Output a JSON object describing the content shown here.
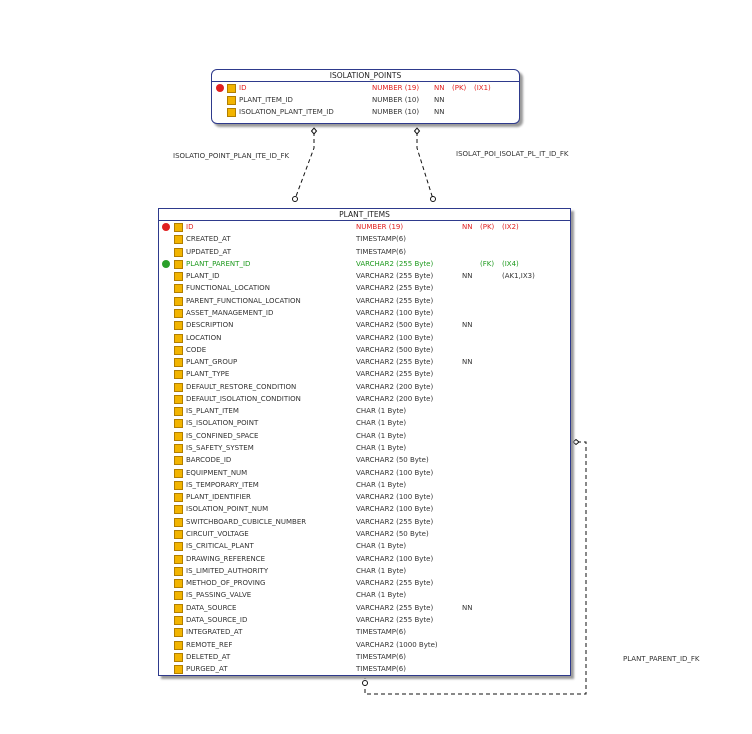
{
  "tables": {
    "isolation_points": {
      "title": "ISOLATION_POINTS",
      "rows": [
        {
          "name": "ID",
          "type": "NUMBER (19)",
          "nn": "NN",
          "key": "(PK)",
          "idx": "(IX1)",
          "style": "pk"
        },
        {
          "name": "PLANT_ITEM_ID",
          "type": "NUMBER (10)",
          "nn": "NN",
          "key": "",
          "idx": "",
          "style": ""
        },
        {
          "name": "ISOLATION_PLANT_ITEM_ID",
          "type": "NUMBER (10)",
          "nn": "NN",
          "key": "",
          "idx": "",
          "style": ""
        }
      ]
    },
    "plant_items": {
      "title": "PLANT_ITEMS",
      "rows": [
        {
          "name": "ID",
          "type": "NUMBER (19)",
          "nn": "NN",
          "key": "(PK)",
          "idx": "(IX2)",
          "style": "pk"
        },
        {
          "name": "CREATED_AT",
          "type": "TIMESTAMP(6)",
          "nn": "",
          "key": "",
          "idx": "",
          "style": ""
        },
        {
          "name": "UPDATED_AT",
          "type": "TIMESTAMP(6)",
          "nn": "",
          "key": "",
          "idx": "",
          "style": ""
        },
        {
          "name": "PLANT_PARENT_ID",
          "type": "VARCHAR2 (255 Byte)",
          "nn": "",
          "key": "(FK)",
          "idx": "(IX4)",
          "style": "fk"
        },
        {
          "name": "PLANT_ID",
          "type": "VARCHAR2 (255 Byte)",
          "nn": "NN",
          "key": "",
          "idx": "(AK1,IX3)",
          "style": ""
        },
        {
          "name": "FUNCTIONAL_LOCATION",
          "type": "VARCHAR2 (255 Byte)",
          "nn": "",
          "key": "",
          "idx": "",
          "style": ""
        },
        {
          "name": "PARENT_FUNCTIONAL_LOCATION",
          "type": "VARCHAR2 (255 Byte)",
          "nn": "",
          "key": "",
          "idx": "",
          "style": ""
        },
        {
          "name": "ASSET_MANAGEMENT_ID",
          "type": "VARCHAR2 (100 Byte)",
          "nn": "",
          "key": "",
          "idx": "",
          "style": ""
        },
        {
          "name": "DESCRIPTION",
          "type": "VARCHAR2 (500 Byte)",
          "nn": "NN",
          "key": "",
          "idx": "",
          "style": ""
        },
        {
          "name": "LOCATION",
          "type": "VARCHAR2 (100 Byte)",
          "nn": "",
          "key": "",
          "idx": "",
          "style": ""
        },
        {
          "name": "CODE",
          "type": "VARCHAR2 (500 Byte)",
          "nn": "",
          "key": "",
          "idx": "",
          "style": ""
        },
        {
          "name": "PLANT_GROUP",
          "type": "VARCHAR2 (255 Byte)",
          "nn": "NN",
          "key": "",
          "idx": "",
          "style": ""
        },
        {
          "name": "PLANT_TYPE",
          "type": "VARCHAR2 (255 Byte)",
          "nn": "",
          "key": "",
          "idx": "",
          "style": ""
        },
        {
          "name": "DEFAULT_RESTORE_CONDITION",
          "type": "VARCHAR2 (200 Byte)",
          "nn": "",
          "key": "",
          "idx": "",
          "style": ""
        },
        {
          "name": "DEFAULT_ISOLATION_CONDITION",
          "type": "VARCHAR2 (200 Byte)",
          "nn": "",
          "key": "",
          "idx": "",
          "style": ""
        },
        {
          "name": "IS_PLANT_ITEM",
          "type": "CHAR (1 Byte)",
          "nn": "",
          "key": "",
          "idx": "",
          "style": ""
        },
        {
          "name": "IS_ISOLATION_POINT",
          "type": "CHAR (1 Byte)",
          "nn": "",
          "key": "",
          "idx": "",
          "style": ""
        },
        {
          "name": "IS_CONFINED_SPACE",
          "type": "CHAR (1 Byte)",
          "nn": "",
          "key": "",
          "idx": "",
          "style": ""
        },
        {
          "name": "IS_SAFETY_SYSTEM",
          "type": "CHAR (1 Byte)",
          "nn": "",
          "key": "",
          "idx": "",
          "style": ""
        },
        {
          "name": "BARCODE_ID",
          "type": "VARCHAR2 (50 Byte)",
          "nn": "",
          "key": "",
          "idx": "",
          "style": ""
        },
        {
          "name": "EQUIPMENT_NUM",
          "type": "VARCHAR2 (100 Byte)",
          "nn": "",
          "key": "",
          "idx": "",
          "style": ""
        },
        {
          "name": "IS_TEMPORARY_ITEM",
          "type": "CHAR (1 Byte)",
          "nn": "",
          "key": "",
          "idx": "",
          "style": ""
        },
        {
          "name": "PLANT_IDENTIFIER",
          "type": "VARCHAR2 (100 Byte)",
          "nn": "",
          "key": "",
          "idx": "",
          "style": ""
        },
        {
          "name": "ISOLATION_POINT_NUM",
          "type": "VARCHAR2 (100 Byte)",
          "nn": "",
          "key": "",
          "idx": "",
          "style": ""
        },
        {
          "name": "SWITCHBOARD_CUBICLE_NUMBER",
          "type": "VARCHAR2 (255 Byte)",
          "nn": "",
          "key": "",
          "idx": "",
          "style": ""
        },
        {
          "name": "CIRCUIT_VOLTAGE",
          "type": "VARCHAR2 (50 Byte)",
          "nn": "",
          "key": "",
          "idx": "",
          "style": ""
        },
        {
          "name": "IS_CRITICAL_PLANT",
          "type": "CHAR (1 Byte)",
          "nn": "",
          "key": "",
          "idx": "",
          "style": ""
        },
        {
          "name": "DRAWING_REFERENCE",
          "type": "VARCHAR2 (100 Byte)",
          "nn": "",
          "key": "",
          "idx": "",
          "style": ""
        },
        {
          "name": "IS_LIMITED_AUTHORITY",
          "type": "CHAR (1 Byte)",
          "nn": "",
          "key": "",
          "idx": "",
          "style": ""
        },
        {
          "name": "METHOD_OF_PROVING",
          "type": "VARCHAR2 (255 Byte)",
          "nn": "",
          "key": "",
          "idx": "",
          "style": ""
        },
        {
          "name": "IS_PASSING_VALVE",
          "type": "CHAR (1 Byte)",
          "nn": "",
          "key": "",
          "idx": "",
          "style": ""
        },
        {
          "name": "DATA_SOURCE",
          "type": "VARCHAR2 (255 Byte)",
          "nn": "NN",
          "key": "",
          "idx": "",
          "style": ""
        },
        {
          "name": "DATA_SOURCE_ID",
          "type": "VARCHAR2 (255 Byte)",
          "nn": "",
          "key": "",
          "idx": "",
          "style": ""
        },
        {
          "name": "INTEGRATED_AT",
          "type": "TIMESTAMP(6)",
          "nn": "",
          "key": "",
          "idx": "",
          "style": ""
        },
        {
          "name": "REMOTE_REF",
          "type": "VARCHAR2 (1000 Byte)",
          "nn": "",
          "key": "",
          "idx": "",
          "style": ""
        },
        {
          "name": "DELETED_AT",
          "type": "TIMESTAMP(6)",
          "nn": "",
          "key": "",
          "idx": "",
          "style": ""
        },
        {
          "name": "PURGED_AT",
          "type": "TIMESTAMP(6)",
          "nn": "",
          "key": "",
          "idx": "",
          "style": ""
        }
      ]
    }
  },
  "relationships": [
    {
      "name": "ISOLATIO_POINT_PLAN_ITE_ID_FK"
    },
    {
      "name": "ISOLAT_POI_ISOLAT_PL_IT_ID_FK"
    },
    {
      "name": "PLANT_PARENT_ID_FK"
    }
  ],
  "colors": {
    "border": "#2e3a8c",
    "pk": "#e02020",
    "fk": "#1e9a1e",
    "line": "#111111"
  },
  "icons": {
    "pk": "key-icon",
    "fk": "key-icon",
    "column": "column-grid-icon"
  }
}
